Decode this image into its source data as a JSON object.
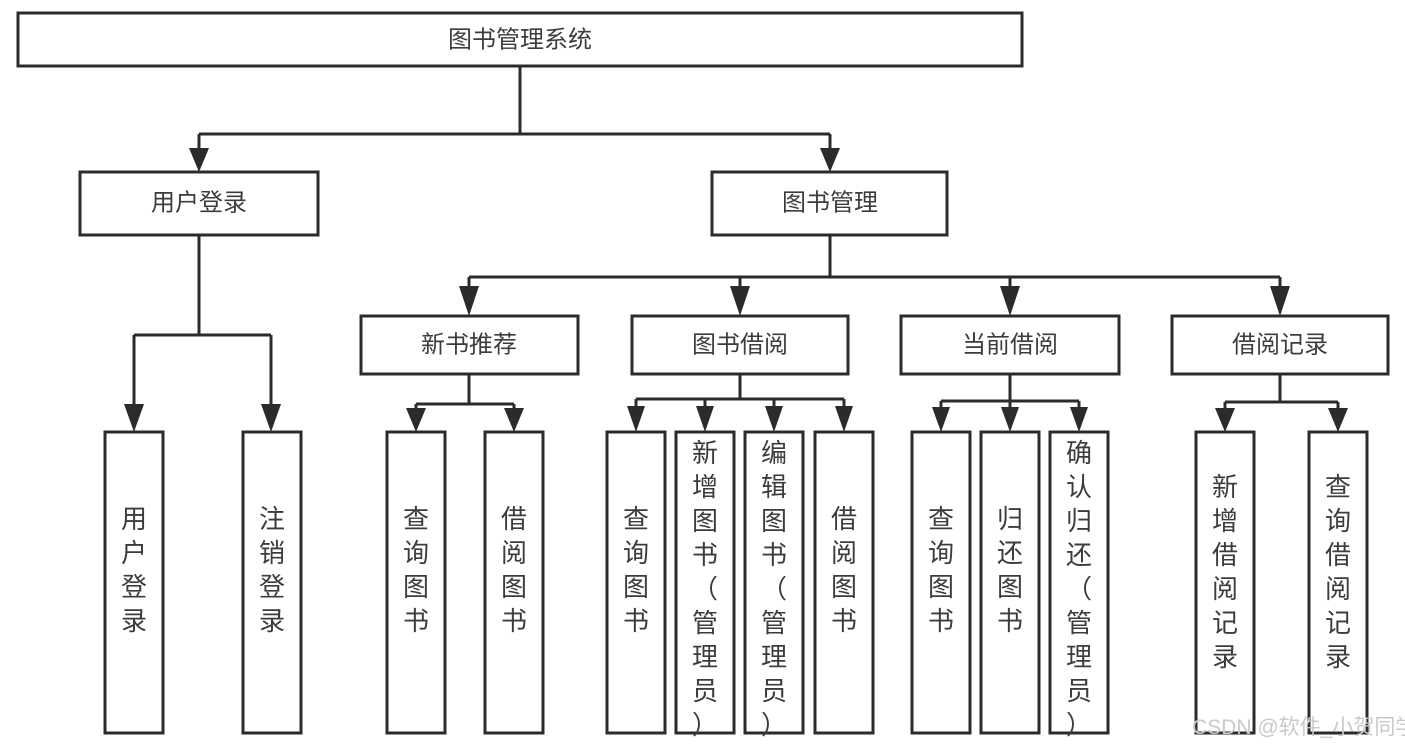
{
  "diagram": {
    "type": "tree-hierarchy",
    "title": "图书管理系统",
    "root": {
      "id": "root",
      "label": "图书管理系统"
    },
    "level1": [
      {
        "id": "user-login",
        "label": "用户登录"
      },
      {
        "id": "book-management",
        "label": "图书管理"
      }
    ],
    "level2": [
      {
        "id": "new-book-recommend",
        "label": "新书推荐",
        "parent": "book-management"
      },
      {
        "id": "book-borrow",
        "label": "图书借阅",
        "parent": "book-management"
      },
      {
        "id": "current-borrow",
        "label": "当前借阅",
        "parent": "book-management"
      },
      {
        "id": "borrow-record",
        "label": "借阅记录",
        "parent": "book-management"
      }
    ],
    "leaves": {
      "user-login": [
        {
          "id": "leaf-user-login",
          "label": "用户登录"
        },
        {
          "id": "leaf-user-logout",
          "label": "注销登录"
        }
      ],
      "new-book-recommend": [
        {
          "id": "leaf-query-book-1",
          "label": "查询图书"
        },
        {
          "id": "leaf-borrow-book-1",
          "label": "借阅图书"
        }
      ],
      "book-borrow": [
        {
          "id": "leaf-query-book-2",
          "label": "查询图书"
        },
        {
          "id": "leaf-add-book",
          "label": "新增图书（管理员）"
        },
        {
          "id": "leaf-edit-book",
          "label": "编辑图书（管理员）"
        },
        {
          "id": "leaf-borrow-book-2",
          "label": "借阅图书"
        }
      ],
      "current-borrow": [
        {
          "id": "leaf-query-book-3",
          "label": "查询图书"
        },
        {
          "id": "leaf-return-book",
          "label": "归还图书"
        },
        {
          "id": "leaf-confirm-return",
          "label": "确认归还（管理员）"
        }
      ],
      "borrow-record": [
        {
          "id": "leaf-add-record",
          "label": "新增借阅记录"
        },
        {
          "id": "leaf-query-record",
          "label": "查询借阅记录"
        }
      ]
    }
  },
  "watermark": {
    "label": "CSDN @软件_小贺同学"
  },
  "colors": {
    "background": "#ffffff",
    "box_fill": "#ffffff",
    "box_stroke": "#2b2b2b",
    "text": "#3c3c3c",
    "watermark": "#c9c9c9"
  }
}
